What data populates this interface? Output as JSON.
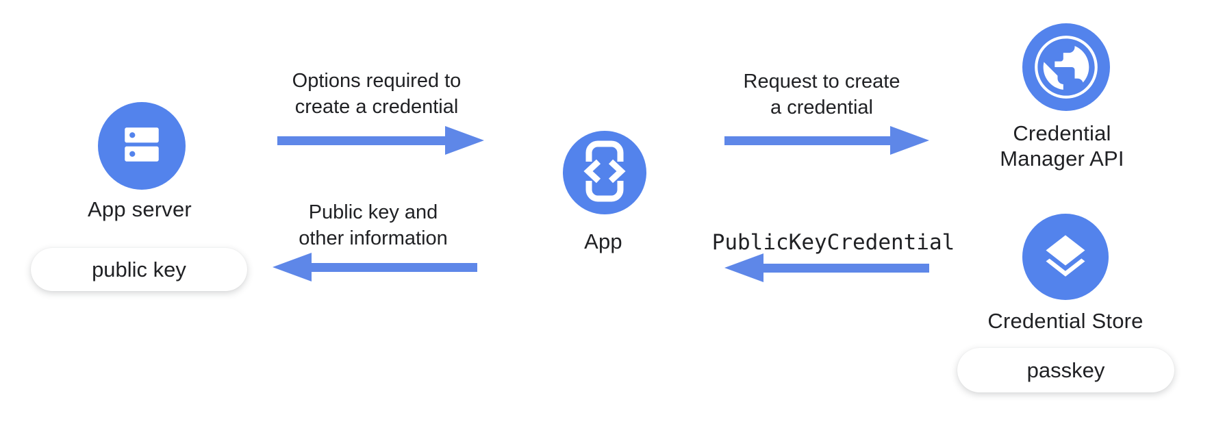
{
  "nodes": {
    "app_server": {
      "label": "App server",
      "icon": "server-icon",
      "badge": "public key"
    },
    "app": {
      "label": "App",
      "icon": "phone-code-icon"
    },
    "credential_manager": {
      "label_line1": "Credential",
      "label_line2": "Manager API",
      "icon": "globe-icon"
    },
    "credential_store": {
      "label": "Credential Store",
      "icon": "layers-icon",
      "badge": "passkey"
    }
  },
  "flows": {
    "options": {
      "line1": "Options required to",
      "line2": "create a credential",
      "direction": "right",
      "from": "App server",
      "to": "App"
    },
    "public_key": {
      "line1": "Public key and",
      "line2": "other information",
      "direction": "left",
      "from": "App",
      "to": "App server"
    },
    "request": {
      "line1": "Request to create",
      "line2": "a credential",
      "direction": "right",
      "from": "App",
      "to": "Credential Manager API"
    },
    "credential": {
      "label": "PublicKeyCredential",
      "direction": "left",
      "from": "Credential Store",
      "to": "App"
    }
  },
  "colors": {
    "node_blue": "#5383EC",
    "arrow_blue": "#5E87E8",
    "text": "#202124",
    "pill_bg": "#FFFFFF"
  }
}
